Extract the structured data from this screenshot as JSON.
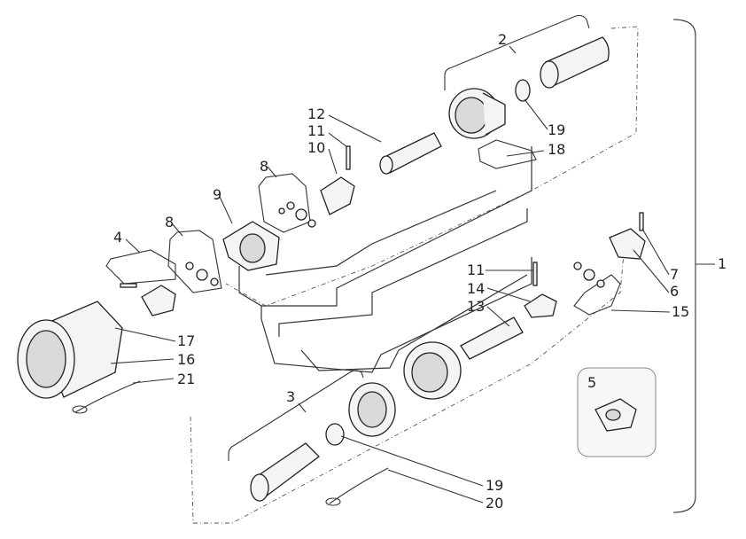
{
  "labels": {
    "l1": "1",
    "l2": "2",
    "l3": "3",
    "l4": "4",
    "l5": "5",
    "l6": "6",
    "l7": "7",
    "l8a": "8",
    "l8b": "8",
    "l9": "9",
    "l10": "10",
    "l11a": "11",
    "l11b": "11",
    "l12": "12",
    "l13": "13",
    "l14": "14",
    "l15": "15",
    "l16": "16",
    "l17": "17",
    "l18": "18",
    "l19a": "19",
    "l19b": "19",
    "l20": "20",
    "l21": "21"
  },
  "colors": {
    "ink": "#222222",
    "fill": "#f4f4f4",
    "shade": "#d9d9d9",
    "background": "#ffffff"
  }
}
